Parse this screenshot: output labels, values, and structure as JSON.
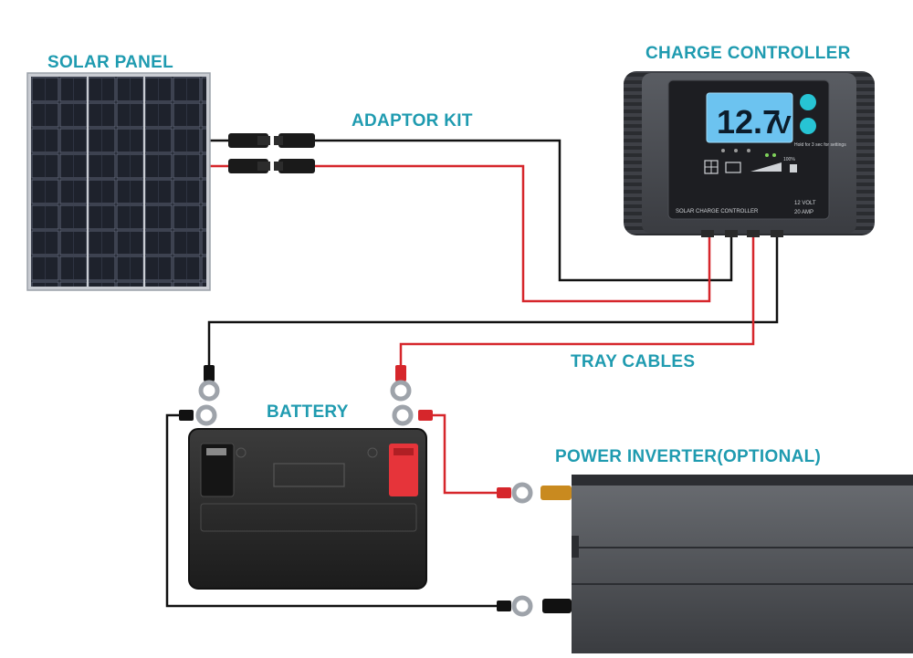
{
  "labels": {
    "solar_panel": "SOLAR PANEL",
    "charge_controller": "CHARGE CONTROLLER",
    "adaptor_kit": "ADAPTOR KIT",
    "tray_cables": "TRAY CABLES",
    "battery": "BATTERY",
    "power_inverter": "POWER INVERTER(OPTIONAL)"
  },
  "controller": {
    "voltage_reading": "12.7",
    "voltage_unit": "V",
    "hold_hint": "Hold for 3 sec for settings",
    "percent": "100%",
    "brand_text": "SOLAR CHARGE CONTROLLER",
    "spec_line1": "12 VOLT",
    "spec_line2": "20 AMP"
  },
  "colors": {
    "label_teal": "#1f9bb0",
    "wire_red": "#d6262b",
    "wire_black": "#111111",
    "lcd_blue": "#6cc3f0",
    "button_teal": "#27c4d4"
  }
}
